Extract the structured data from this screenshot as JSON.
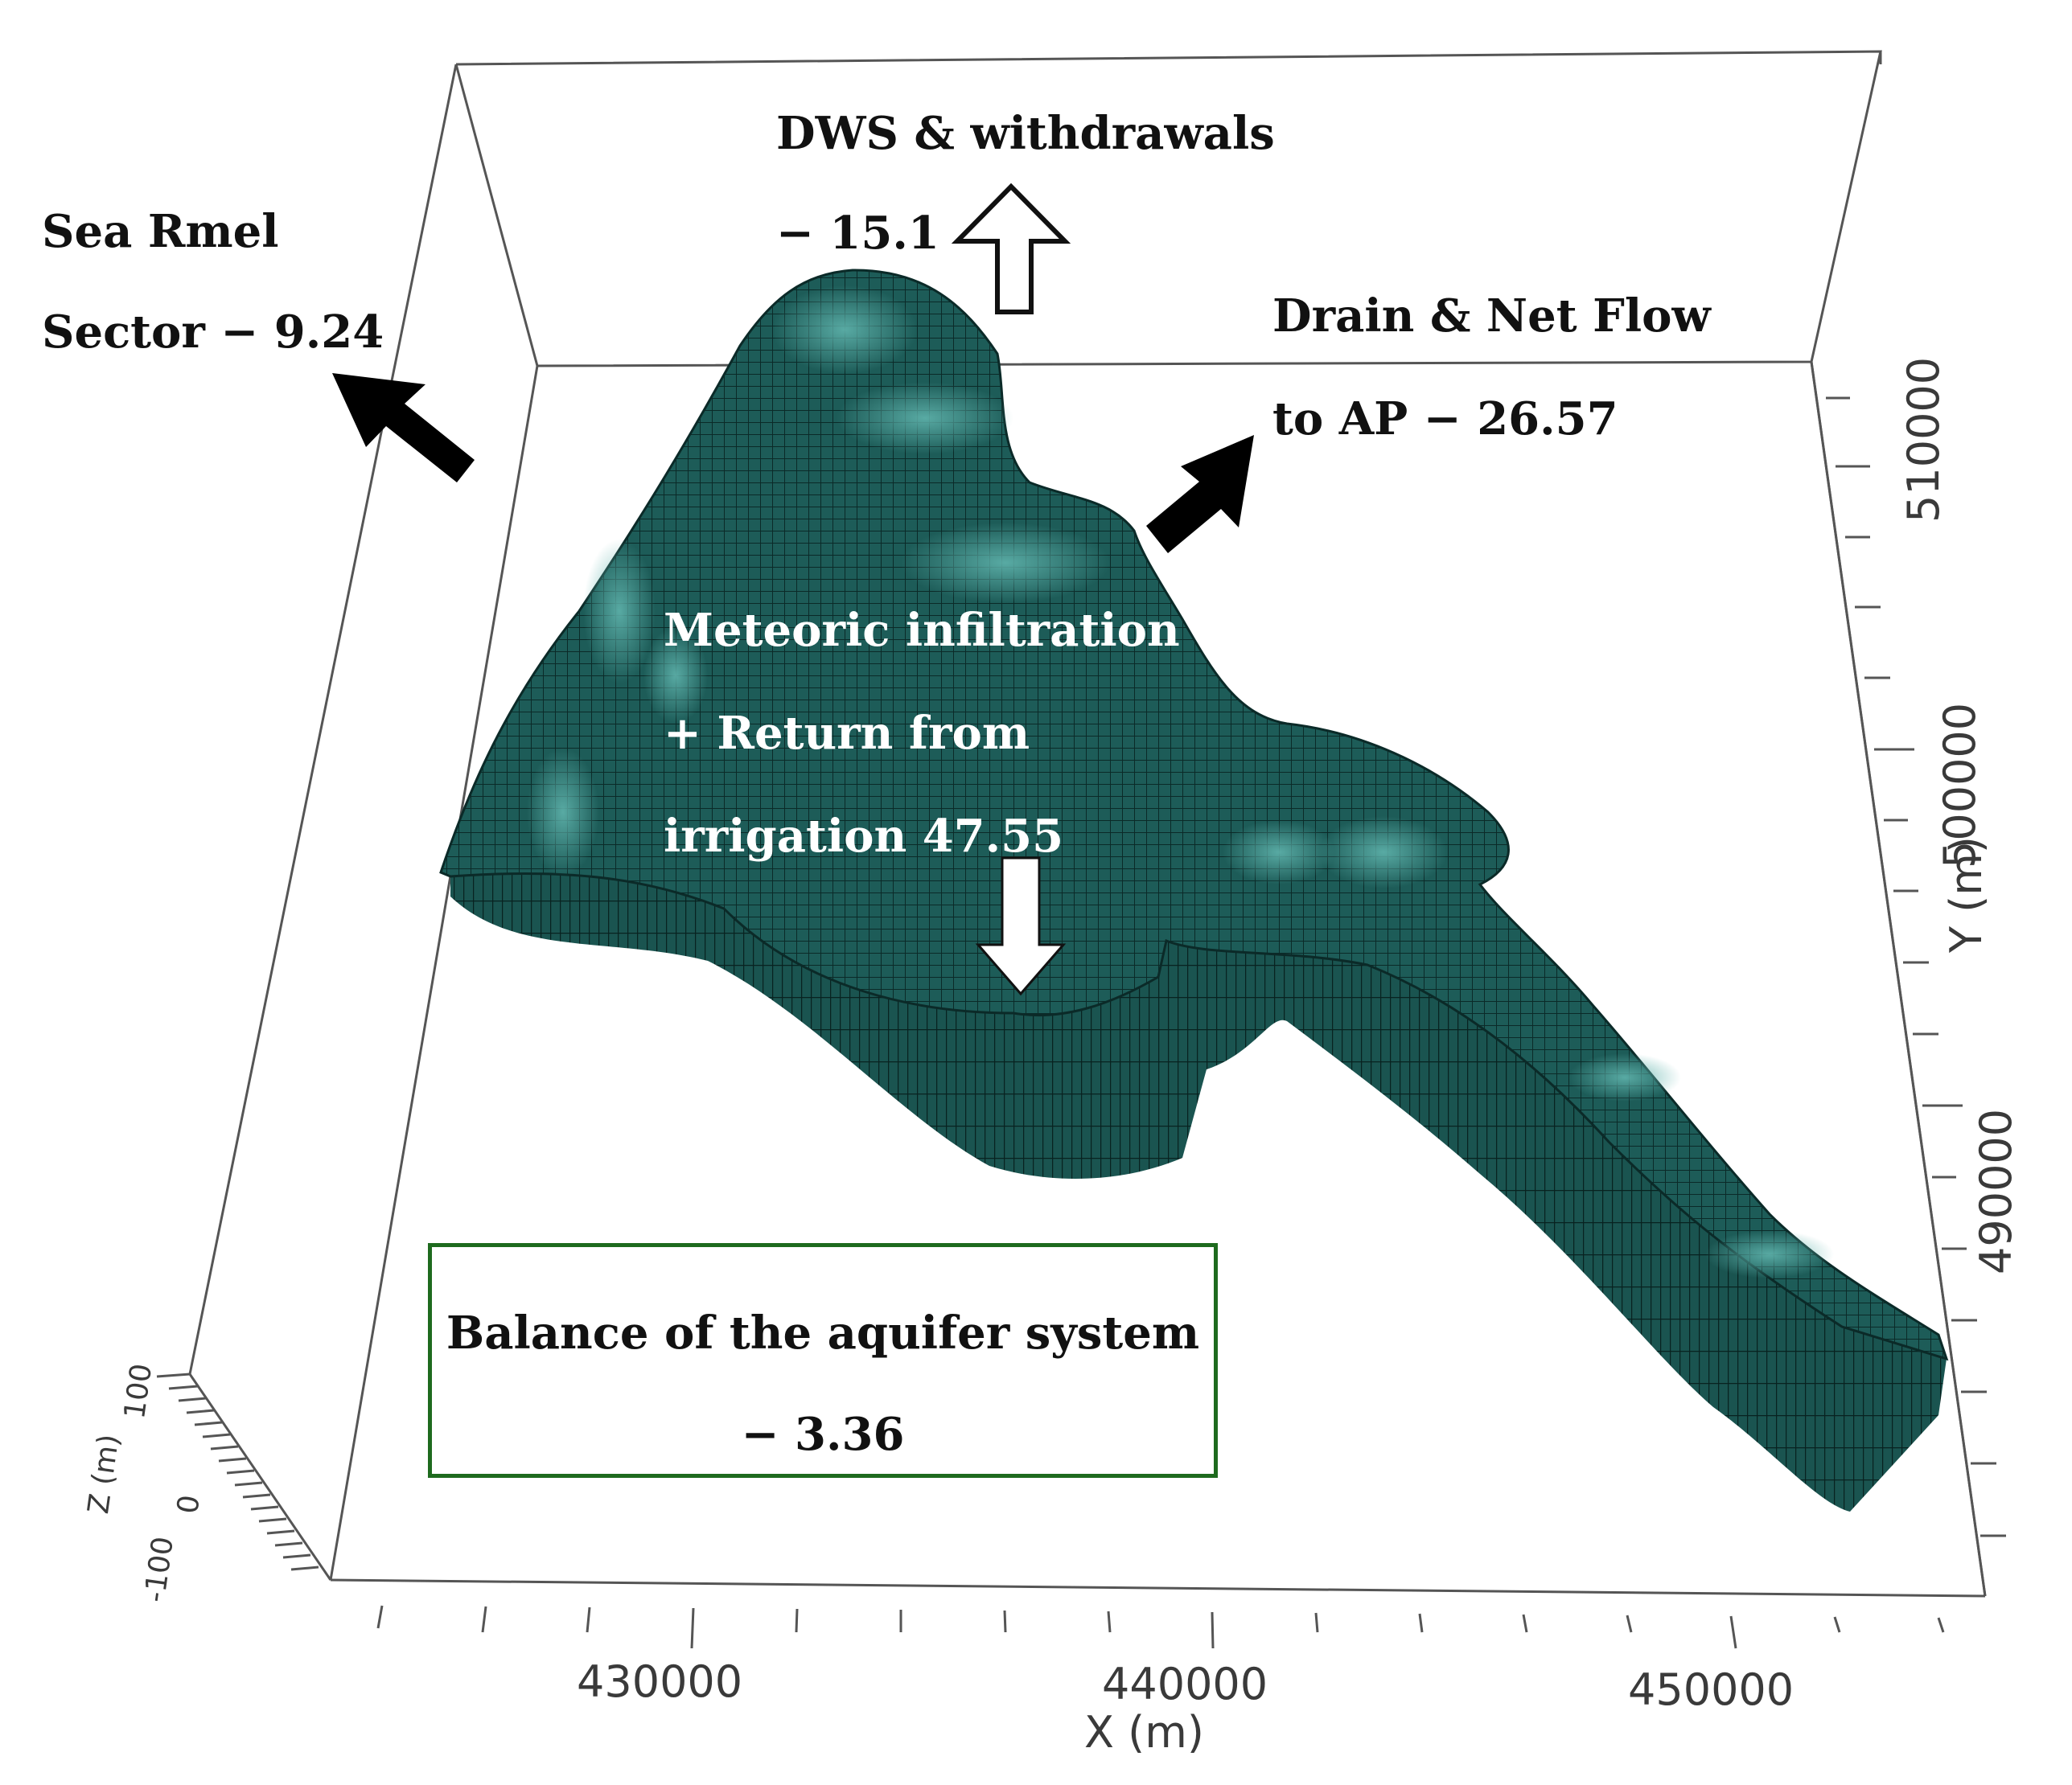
{
  "labels": {
    "dws_title": "DWS & withdrawals",
    "dws_value": "− 15.1",
    "sea_title": "Sea Rmel",
    "sea_value": "Sector  − 9.24",
    "drain_title": "Drain  &  Net  Flow",
    "drain_value": "to AP  − 26.57",
    "meteoric_line1": "Meteoric infiltration",
    "meteoric_line2": "+ Return from",
    "meteoric_line3": "irrigation 47.55",
    "balance_title": "Balance of the aquifer system",
    "balance_value": "− 3.36"
  },
  "axes": {
    "x_label": "X (m)",
    "x_ticks": [
      "430000",
      "440000",
      "450000"
    ],
    "y_label": "Y (m)",
    "y_ticks": [
      "510000",
      "500000",
      "490000"
    ],
    "z_label": "Z (m)",
    "z_ticks": [
      "100",
      "0",
      "-100"
    ]
  },
  "colors": {
    "mesh_fill": "#1d5c58",
    "mesh_light": "#3f8f89",
    "mesh_line": "#0b2a28",
    "box_line": "#555555",
    "balance_border": "#1e6a1e"
  },
  "icons": {
    "dws_arrow": "hollow-arrow-up-icon",
    "sea_arrow": "arrow-up-left-icon",
    "drain_arrow": "arrow-up-right-icon",
    "infiltration_arrow": "arrow-down-icon"
  }
}
